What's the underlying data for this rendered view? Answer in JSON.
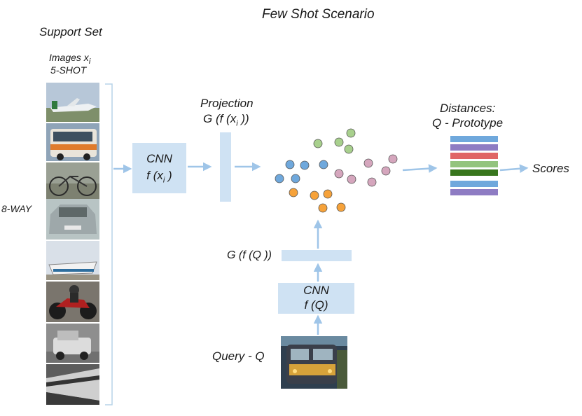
{
  "title": "Few Shot Scenario",
  "support_set": {
    "title": "Support Set",
    "images_label": "Images x",
    "images_sub": "i",
    "shot_label": "5-SHOT",
    "way_label": "8-WAY"
  },
  "cnn_support": {
    "title": "CNN",
    "func": "f (x",
    "sub": "i",
    "close": " )"
  },
  "projection": {
    "title": "Projection",
    "func": "G (f (x",
    "sub": "i",
    "close": " ))"
  },
  "distances": {
    "title": "Distances:",
    "subtitle": "Q - Prototype"
  },
  "scores_label": "Scores",
  "query": {
    "label": "Query - Q",
    "projection_label": "G (f (Q ))",
    "cnn_title": "CNN",
    "cnn_func": "f (Q)"
  },
  "thumbnails": [
    {
      "name": "airplane-image",
      "bg": "#a9b7c6"
    },
    {
      "name": "bus-image",
      "bg": "#d08a4a"
    },
    {
      "name": "bicycle-image",
      "bg": "#8a8f84"
    },
    {
      "name": "car-image",
      "bg": "#9aa6a6"
    },
    {
      "name": "boat-image",
      "bg": "#cdd5de"
    },
    {
      "name": "motorbike-image",
      "bg": "#6f6a63"
    },
    {
      "name": "vehicle-image",
      "bg": "#8f8f8f"
    },
    {
      "name": "train-interior-image",
      "bg": "#7a7a7a"
    }
  ],
  "clusters": {
    "green": {
      "color": "#a8d08d",
      "points": [
        [
          501,
          190
        ],
        [
          454,
          205
        ],
        [
          484,
          203
        ],
        [
          498,
          213
        ]
      ]
    },
    "pink": {
      "color": "#d5a6bd",
      "points": [
        [
          561,
          227
        ],
        [
          526,
          233
        ],
        [
          551,
          244
        ],
        [
          484,
          248
        ],
        [
          502,
          256
        ],
        [
          531,
          260
        ]
      ]
    },
    "blue": {
      "color": "#6fa8dc",
      "points": [
        [
          414,
          235
        ],
        [
          435,
          236
        ],
        [
          462,
          235
        ],
        [
          399,
          255
        ],
        [
          422,
          255
        ]
      ]
    },
    "orange": {
      "color": "#f6a23a",
      "points": [
        [
          419,
          275
        ],
        [
          449,
          279
        ],
        [
          468,
          277
        ],
        [
          461,
          297
        ],
        [
          487,
          296
        ]
      ]
    }
  },
  "distance_bars": [
    "#6fa8dc",
    "#8e7cc3",
    "#e06666",
    "#93c47d",
    "#38761d",
    "#6fa8dc",
    "#8e7cc3"
  ]
}
